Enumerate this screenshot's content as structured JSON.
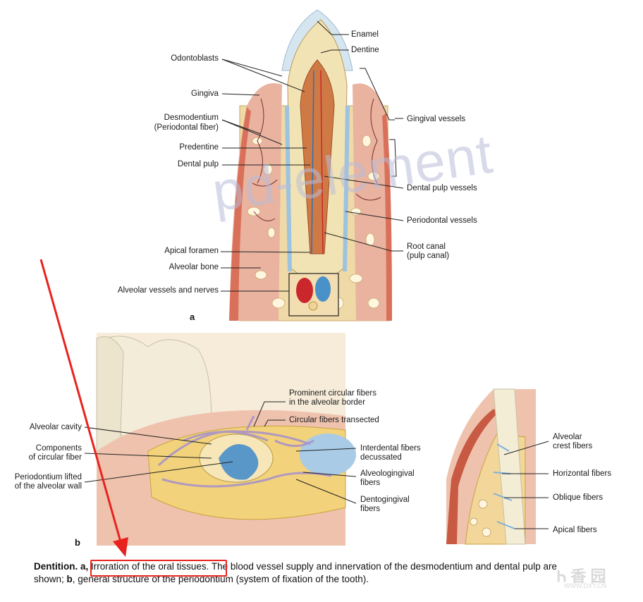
{
  "panel_a": {
    "letter": "a",
    "labels_left": {
      "odontoblasts": "Odontoblasts",
      "gingiva": "Gingiva",
      "desmodentium_1": "Desmodentium",
      "desmodentium_2": "(Periodontal fiber)",
      "predentine": "Predentine",
      "dental_pulp": "Dental pulp",
      "apical_foramen": "Apical foramen",
      "alveolar_bone": "Alveolar bone",
      "alveolar_vessels": "Alveolar vessels and nerves"
    },
    "labels_right": {
      "enamel": "Enamel",
      "dentine": "Dentine",
      "gingival_vessels": "Gingival vessels",
      "dental_pulp_vessels": "Dental pulp vessels",
      "periodontal_vessels": "Periodontal vessels",
      "root_canal_1": "Root canal",
      "root_canal_2": "(pulp canal)"
    }
  },
  "panel_b": {
    "letter": "b",
    "labels_left": {
      "alveolar_cavity": "Alveolar cavity",
      "circular_fiber_1": "Components",
      "circular_fiber_2": "of circular fiber",
      "periodontium_1": "Periodontium lifted",
      "periodontium_2": "of the alveolar wall"
    },
    "labels_right": {
      "prominent_1": "Prominent circular fibers",
      "prominent_2": "in the alveolar border",
      "transected": "Circular fibers transected",
      "interdental_1": "Interdental fibers",
      "interdental_2": "decussated",
      "alveologingival_1": "Alveologingival",
      "alveologingival_2": "fibers",
      "dentogingival_1": "Dentogingival",
      "dentogingival_2": "fibers",
      "alveolar_crest_1": "Alveolar",
      "alveolar_crest_2": "crest fibers",
      "horizontal": "Horizontal fibers",
      "oblique": "Oblique fibers",
      "apical": "Apical fibers"
    }
  },
  "caption": {
    "title": "Dentition.",
    "part_a_letter": "a,",
    "highlighted": "Irroration of the oral tissues.",
    "rest_line1": "The blood vessel supply and innervation of the desmodentium and dental pulp are",
    "line2_pre": "shown;",
    "part_b_letter": "b",
    "line2_post": ", general structure of the periodontium (system of fixation of the tooth)."
  },
  "watermark": {
    "text": "pd-element",
    "corner_main": "Ꮒ 香 园",
    "corner_sub": "WWW.DXY.CN"
  },
  "colors": {
    "annotation_red": "#e8231f",
    "enamel": "#d6e6f0",
    "dentine": "#f2e3b4",
    "gingiva": "#e8a48e",
    "bone": "#efd9a6",
    "fiber": "#b9a7cf"
  }
}
